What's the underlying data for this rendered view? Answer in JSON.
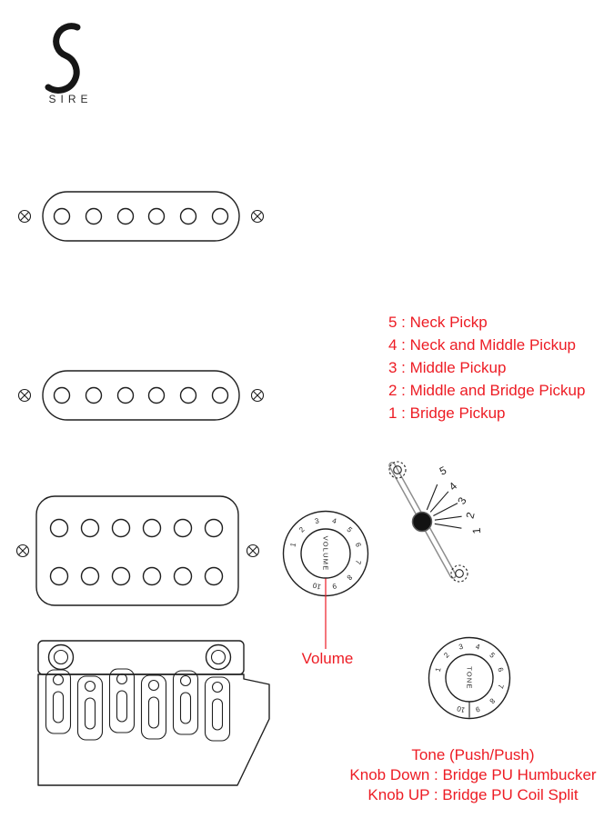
{
  "brand": {
    "wordmark": "SIRE"
  },
  "pickup_selector": {
    "legend": [
      "5 : Neck Pickp",
      "4 : Neck and Middle Pickup",
      "3 : Middle Pickup",
      "2 : Middle and Bridge Pickup",
      "1 : Bridge Pickup"
    ],
    "positions": [
      "5",
      "4",
      "3",
      "2",
      "1"
    ]
  },
  "volume_knob": {
    "dial_label": "VOLUME",
    "caption": "Volume",
    "ticks": [
      "1",
      "2",
      "3",
      "4",
      "5",
      "6",
      "7",
      "8",
      "9",
      "10"
    ]
  },
  "tone_knob": {
    "dial_label": "TONE",
    "ticks": [
      "1",
      "2",
      "3",
      "4",
      "5",
      "6",
      "7",
      "8",
      "9",
      "10"
    ],
    "caption": "Tone (Push/Push)",
    "caption_line2": "Knob Down : Bridge PU Humbucker",
    "caption_line3": "Knob UP : Bridge PU Coil Split"
  },
  "colors": {
    "accent_red": "#ed1c24",
    "line": "#1f1f1f"
  }
}
